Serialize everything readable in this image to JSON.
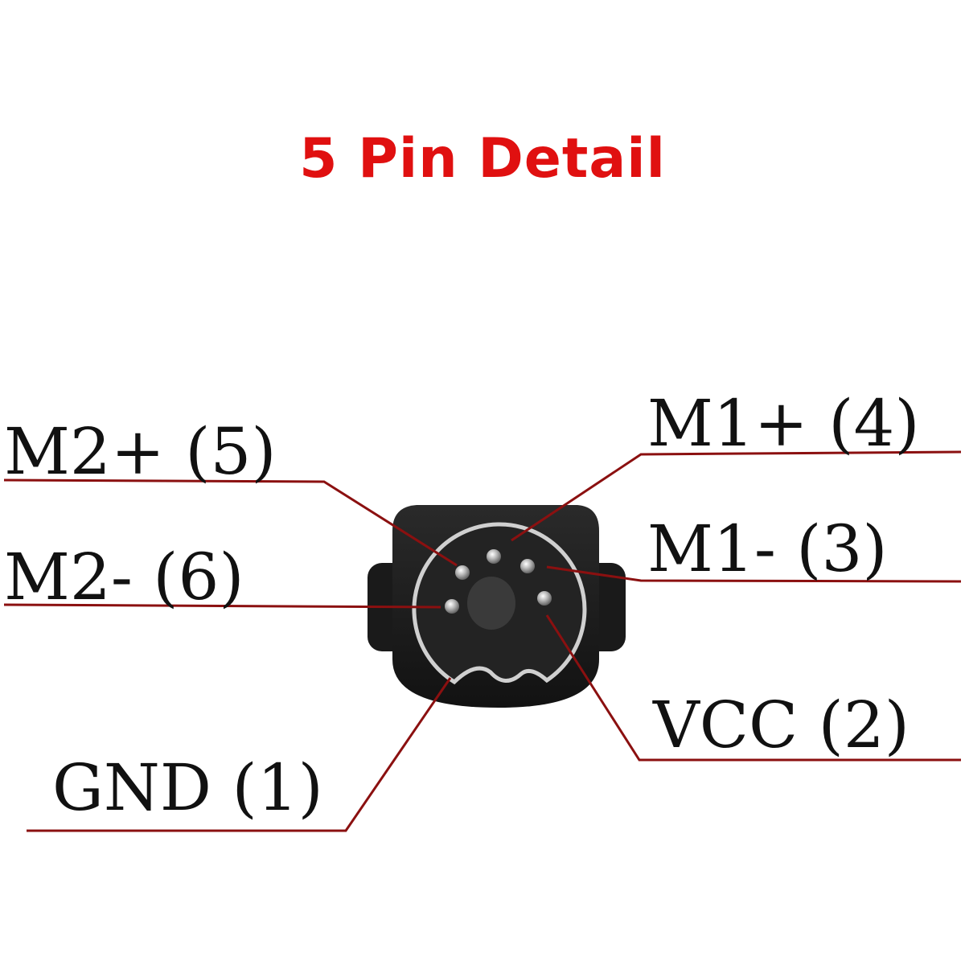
{
  "title": "5 Pin Detail",
  "accent_color": "#e01010",
  "leader_color": "#8b1010",
  "connector_color": "#1c1c1c",
  "labels": {
    "m2_plus": "M2+ (5)",
    "m2_minus": "M2- (6)",
    "gnd": "GND (1)",
    "m1_plus": "M1+ (4)",
    "m1_minus": "M1- (3)",
    "vcc": "VCC (2)"
  }
}
